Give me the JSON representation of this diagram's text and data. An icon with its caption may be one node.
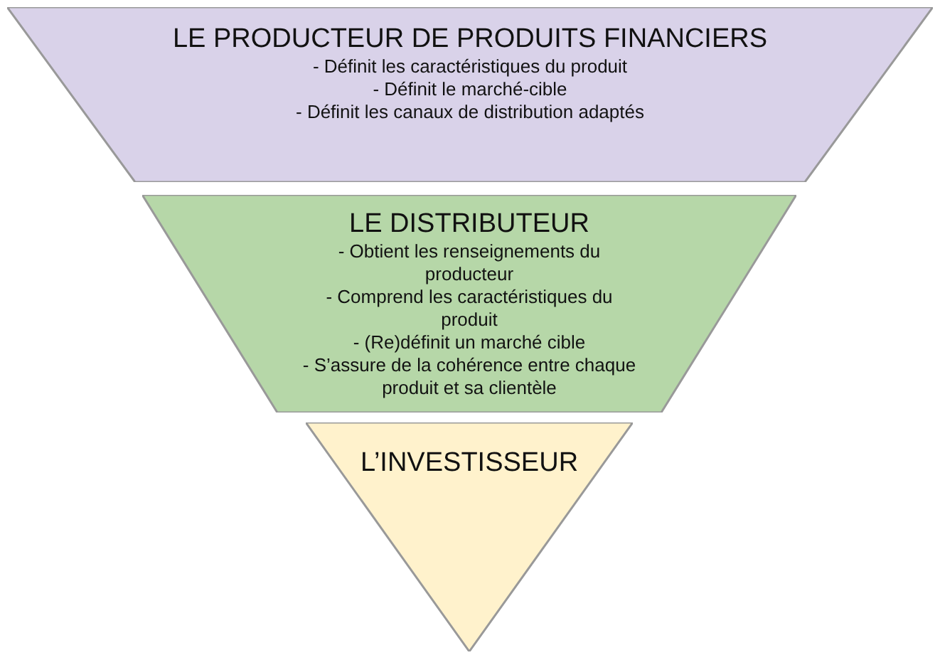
{
  "diagram": {
    "nodes": [
      {
        "text": [
          "LE PRODUCTEUR DE PRODUITS FINANCIERS",
          "- Définit les caractéristiques du produit",
          "- Définit le marché-cible",
          "- Définit les canaux de distribution adaptés"
        ]
      },
      {
        "text": [
          "LE DISTRIBUTEUR",
          "- Obtient les renseignements du producteur",
          "- Comprend les caractéristiques du produit",
          "- (Re)définit un marché cible",
          "- S’assure de la cohérence entre chaque produit et sa clientèle"
        ]
      },
      {
        "text": [
          "L’INVESTISSEUR"
        ]
      }
    ]
  }
}
